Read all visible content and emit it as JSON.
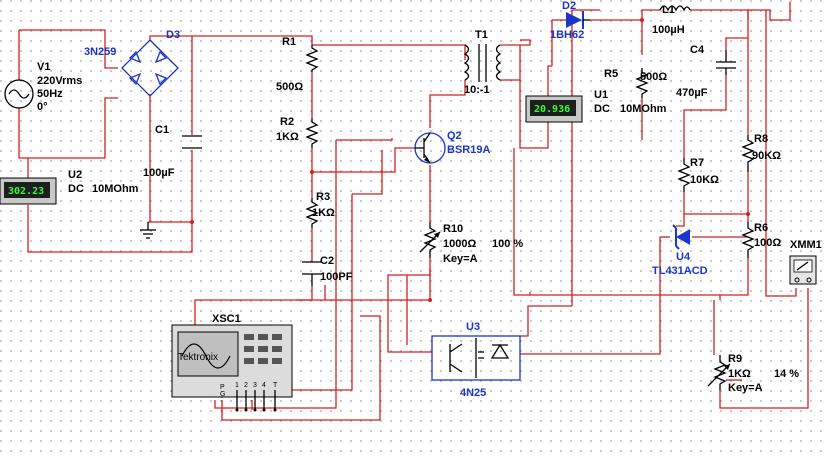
{
  "components": {
    "V1": {
      "ref": "V1",
      "voltage": "220Vrms",
      "freq": "50Hz",
      "phase": "0°"
    },
    "D3": {
      "ref": "D3",
      "part": "3N259"
    },
    "C1": {
      "ref": "C1",
      "value": "100µF"
    },
    "U2": {
      "ref": "U2",
      "mode": "DC",
      "impedance": "10MOhm",
      "reading": "302.23"
    },
    "R1": {
      "ref": "R1",
      "value": "500Ω"
    },
    "R2": {
      "ref": "R2",
      "value": "1KΩ"
    },
    "R3": {
      "ref": "R3",
      "value": "1KΩ"
    },
    "C2": {
      "ref": "C2",
      "value": "100PF"
    },
    "Q2": {
      "ref": "Q2",
      "part": "BSR19A"
    },
    "R10": {
      "ref": "R10",
      "value": "1000Ω",
      "percent": "100 %",
      "key": "Key=A"
    },
    "T1": {
      "ref": "T1",
      "ratio": "10:-1"
    },
    "D2": {
      "ref": "D2",
      "part": "1BH62"
    },
    "L1": {
      "ref": "L1",
      "value": "100µH"
    },
    "C4": {
      "ref": "C4",
      "value": "470µF"
    },
    "R5": {
      "ref": "R5",
      "value": "500Ω"
    },
    "U1": {
      "ref": "U1",
      "mode": "DC",
      "impedance": "10MOhm",
      "reading": "20.936"
    },
    "R8": {
      "ref": "R8",
      "value": "90KΩ"
    },
    "R7": {
      "ref": "R7",
      "value": "10KΩ"
    },
    "R6": {
      "ref": "R6",
      "value": "100Ω"
    },
    "U4": {
      "ref": "U4",
      "part": "TL431ACD"
    },
    "U3": {
      "ref": "U3",
      "part": "4N25"
    },
    "XMM1": {
      "ref": "XMM1"
    },
    "XSC1": {
      "ref": "XSC1",
      "brand": "Tektronix",
      "terminals": [
        "P",
        "G",
        "1",
        "2",
        "3",
        "4",
        "T"
      ]
    },
    "R9": {
      "ref": "R9",
      "value": "1KΩ",
      "percent": "14 %",
      "key": "Key=A"
    }
  },
  "colors": {
    "wire": "#d42020",
    "component": "#000000",
    "part_label": "#1a35c8",
    "meter_bg": "#1e1e1e",
    "meter_text": "#33ff33"
  }
}
